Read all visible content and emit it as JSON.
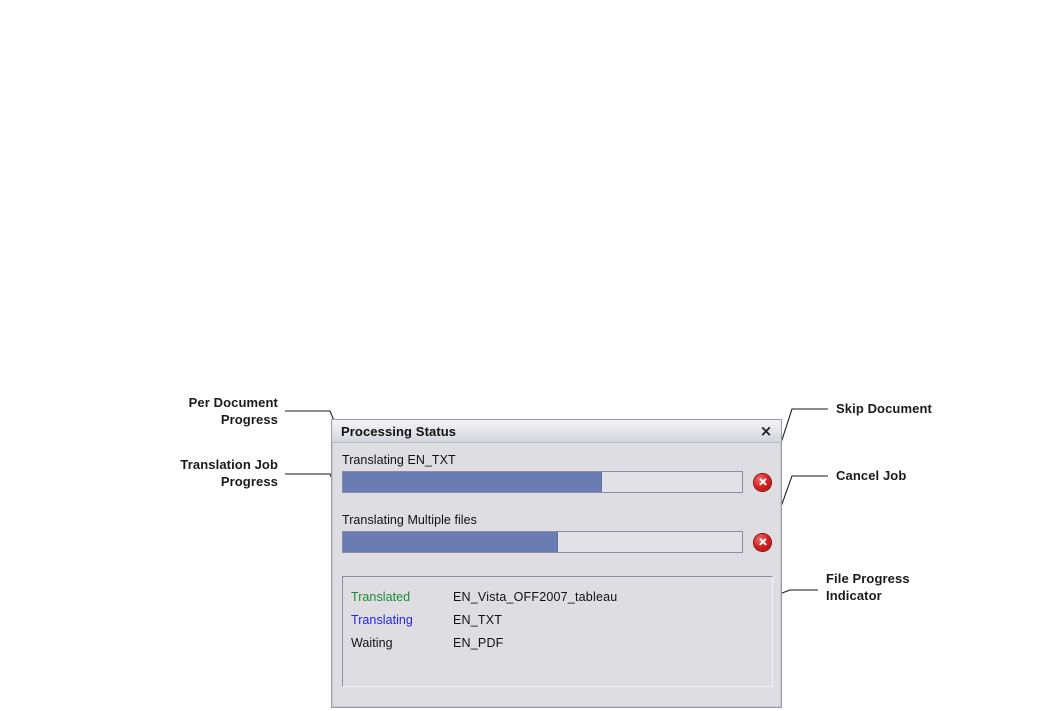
{
  "annotations": [
    {
      "id": "per-document",
      "text": "Per Document\nProgress"
    },
    {
      "id": "translation-job",
      "text": "Translation Job\nProgress"
    },
    {
      "id": "skip-document",
      "text": "Skip Document"
    },
    {
      "id": "cancel-job",
      "text": "Cancel Job"
    },
    {
      "id": "file-progress",
      "text": "File Progress\nIndicator"
    }
  ],
  "dialog": {
    "title": "Processing Status",
    "close_label": "×",
    "colors": {
      "background": "#dedee2",
      "progress_fill": "#6a7db3",
      "progress_track": "#e2e2e6",
      "cancel_button": "#dd1f1f",
      "status_translated": "#1d8a36",
      "status_translating": "#2222ee",
      "status_waiting": "#111111"
    },
    "progress_bars": [
      {
        "name": "per-document",
        "label": "Translating EN_TXT",
        "percent": 65,
        "button_label": "Skip Document"
      },
      {
        "name": "translation-job",
        "label": "Translating Multiple files",
        "percent": 54,
        "button_label": "Cancel Job"
      }
    ],
    "file_list": [
      {
        "status": "Translated",
        "file": "EN_Vista_OFF2007_tableau",
        "color": "#1d8a36"
      },
      {
        "status": "Translating",
        "file": "EN_TXT",
        "color": "#2222ee"
      },
      {
        "status": "Waiting",
        "file": "EN_PDF",
        "color": "#111111"
      }
    ]
  }
}
